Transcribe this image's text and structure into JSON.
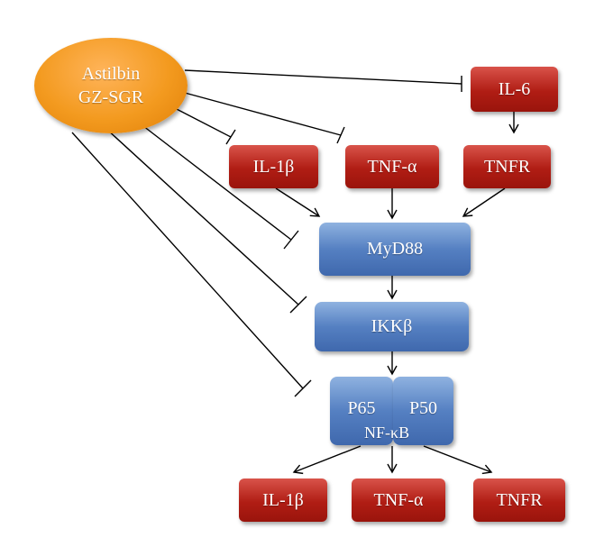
{
  "inhibitor": {
    "line1": "Astilbin",
    "line2": "GZ-SGR"
  },
  "top_row": {
    "il6": "IL-6",
    "il1b": "IL-1β",
    "tnfa": "TNF-α",
    "tnfr": "TNFR"
  },
  "pathway": {
    "myd88": "MyD88",
    "ikkb": "IKKβ",
    "p65": "P65",
    "p50": "P50",
    "nfkb": "NF-κB"
  },
  "outputs": {
    "il1b": "IL-1β",
    "tnfa": "TNF-α",
    "tnfr": "TNFR"
  },
  "colors": {
    "ellipse": "#f39a1f",
    "cytokine_box": "#b01d14",
    "pathway_box": "#5580c2",
    "edge": "#000000"
  }
}
